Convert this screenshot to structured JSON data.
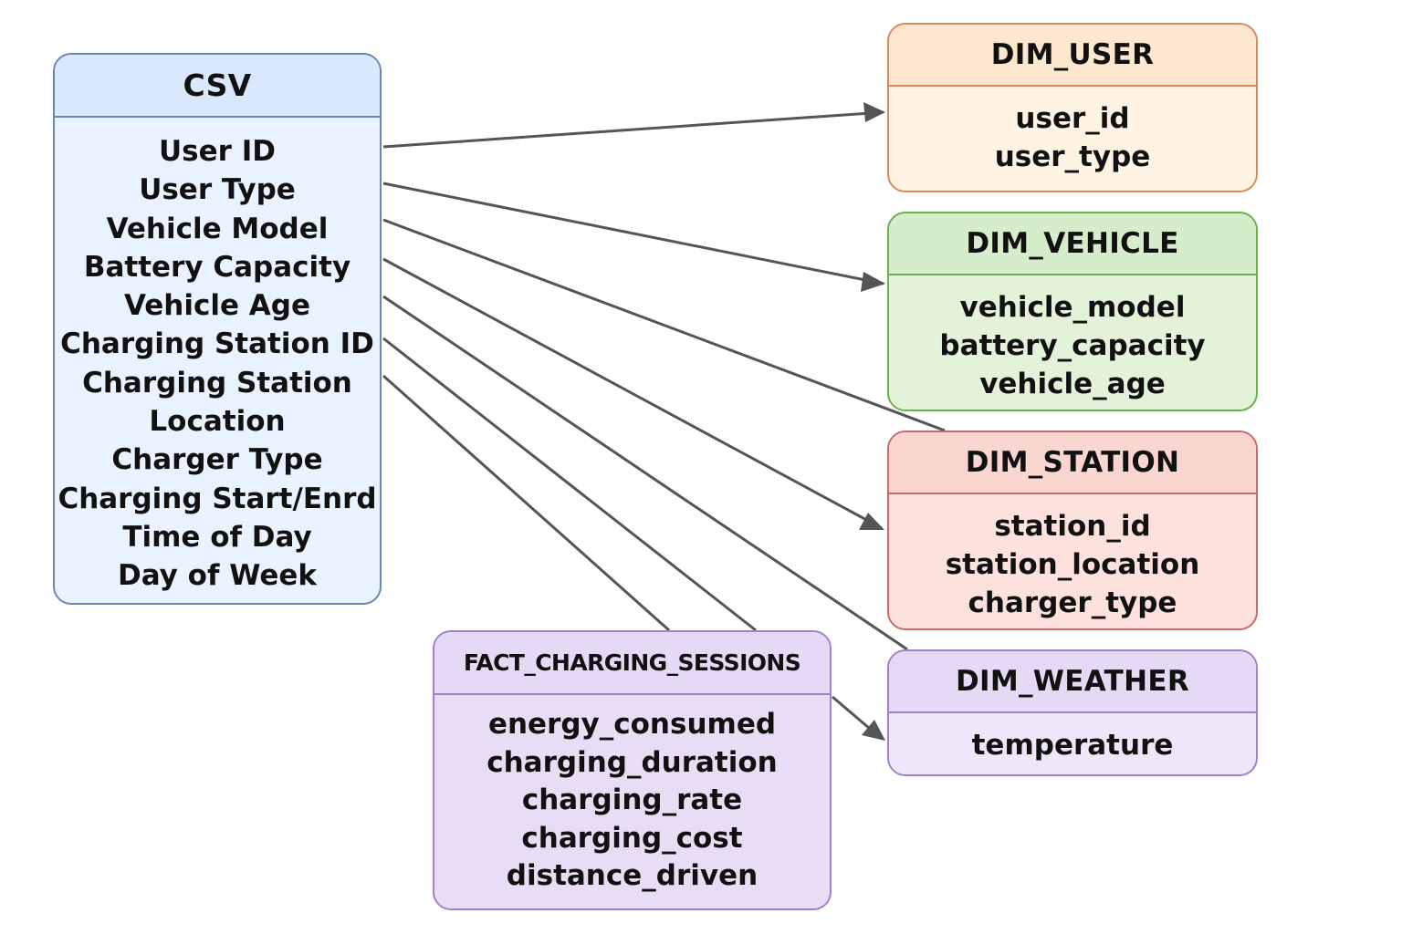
{
  "colors": {
    "connector": "#555555"
  },
  "csv": {
    "title": "CSV",
    "fields": [
      "User ID",
      "User Type",
      "Vehicle Model",
      "Battery Capacity",
      "Vehicle Age",
      "Charging Station ID",
      "Charging Station",
      "Location",
      "Charger Type",
      "Charging Start/Enrd",
      "Time of Day",
      "Day of Week"
    ]
  },
  "dim_user": {
    "title": "DIM_USER",
    "fields": [
      "user_id",
      "user_type"
    ]
  },
  "dim_vehicle": {
    "title": "DIM_VEHICLE",
    "fields": [
      "vehicle_model",
      "battery_capacity",
      "vehicle_age"
    ]
  },
  "dim_station": {
    "title": "DIM_STATION",
    "fields": [
      "station_id",
      "station_location",
      "charger_type"
    ]
  },
  "dim_weather": {
    "title": "DIM_WEATHER",
    "fields": [
      "temperature"
    ]
  },
  "fact": {
    "title": "FACT_CHARGING_SESSIONS",
    "fields": [
      "energy_consumed",
      "charging_duration",
      "charging_rate",
      "charging_cost",
      "distance_driven"
    ]
  }
}
